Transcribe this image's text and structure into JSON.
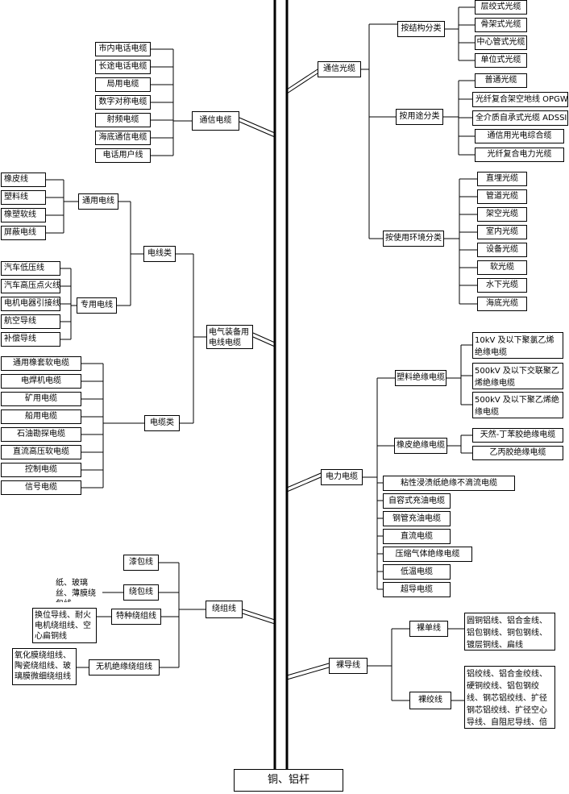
{
  "root": "铜、铝杆",
  "comm_cable": {
    "label": "通信电缆",
    "items": [
      "市内电话电缆",
      "长途电话电缆",
      "局用电缆",
      "数字对称电缆",
      "射频电缆",
      "海底通信电缆",
      "电话用户线"
    ]
  },
  "optical": {
    "label": "通信光缆",
    "by_structure": {
      "label": "按结构分类",
      "items": [
        "层绞式光缆",
        "骨架式光缆",
        "中心管式光缆",
        "单位式光缆"
      ]
    },
    "by_use": {
      "label": "按用途分类",
      "items": [
        "普通光缆",
        "光纤复合架空地线 OPGW",
        "全介质自承式光缆 ADSSI",
        "通信用光电综合缆",
        "光纤复合电力光缆"
      ]
    },
    "by_env": {
      "label": "按使用环境分类",
      "items": [
        "直埋光缆",
        "管道光缆",
        "架空光缆",
        "室内光缆",
        "设备光缆",
        "软光缆",
        "水下光缆",
        "海底光缆"
      ]
    }
  },
  "equipment": {
    "label": "电气装备用电线电缆",
    "wires": {
      "label": "电线类",
      "general": {
        "label": "通用电线",
        "items": [
          "橡皮线",
          "塑料线",
          "橡塑软线",
          "屏蔽电线"
        ]
      },
      "special": {
        "label": "专用电线",
        "items": [
          "汽车低压线",
          "汽车高压点火线",
          "电机电器引接线",
          "航空导线",
          "补偿导线"
        ]
      }
    },
    "cables": {
      "label": "电缆类",
      "items": [
        "通用橡套软电缆",
        "电焊机电缆",
        "矿用电缆",
        "船用电缆",
        "石油勘探电缆",
        "直流高压软电缆",
        "控制电缆",
        "信号电缆"
      ]
    }
  },
  "power": {
    "label": "电力电缆",
    "plastic": {
      "label": "塑料绝缘电缆",
      "items": [
        "10kV 及以下聚氯乙烯绝缘电缆",
        "500kV 及以下交联聚乙烯绝缘电缆",
        "500kV 及以下聚乙烯绝缘电缆"
      ]
    },
    "rubber": {
      "label": "橡皮绝缘电缆",
      "items": [
        "天然-丁苯胶绝缘电缆",
        "乙丙胶绝缘电缆"
      ]
    },
    "others": [
      "粘性浸渍纸绝缘不滴流电缆",
      "自容式充油电缆",
      "钢管充油电缆",
      "直流电缆",
      "压缩气体绝缘电缆",
      "低温电缆",
      "超导电缆"
    ]
  },
  "winding": {
    "label": "绕组线",
    "items": [
      "漆包线",
      "绕包线",
      "特种绕组线",
      "无机绝缘绕组线"
    ],
    "wrap_note": "纸、玻璃丝、薄膜绕包线",
    "special_note": "换位导线、耐火电机绕组线、空心扁铜线",
    "inorganic_note": "氧化膜绕组线、陶瓷绕组线、玻璃膜微细绕组线"
  },
  "bare": {
    "label": "裸导线",
    "single": {
      "label": "裸单线",
      "note": "圆铜铝线、铝合金线、铝包钢线、铜包钢线、镀层铜线、扁线"
    },
    "strand": {
      "label": "裸绞线",
      "note": "铝绞线、铝合金绞线、硬铜绞线、铝包钢绞线、钢芯铝绞线、扩径钢芯铝绞线、扩径空心导线、自阻尼导线、倍容量导线"
    }
  }
}
